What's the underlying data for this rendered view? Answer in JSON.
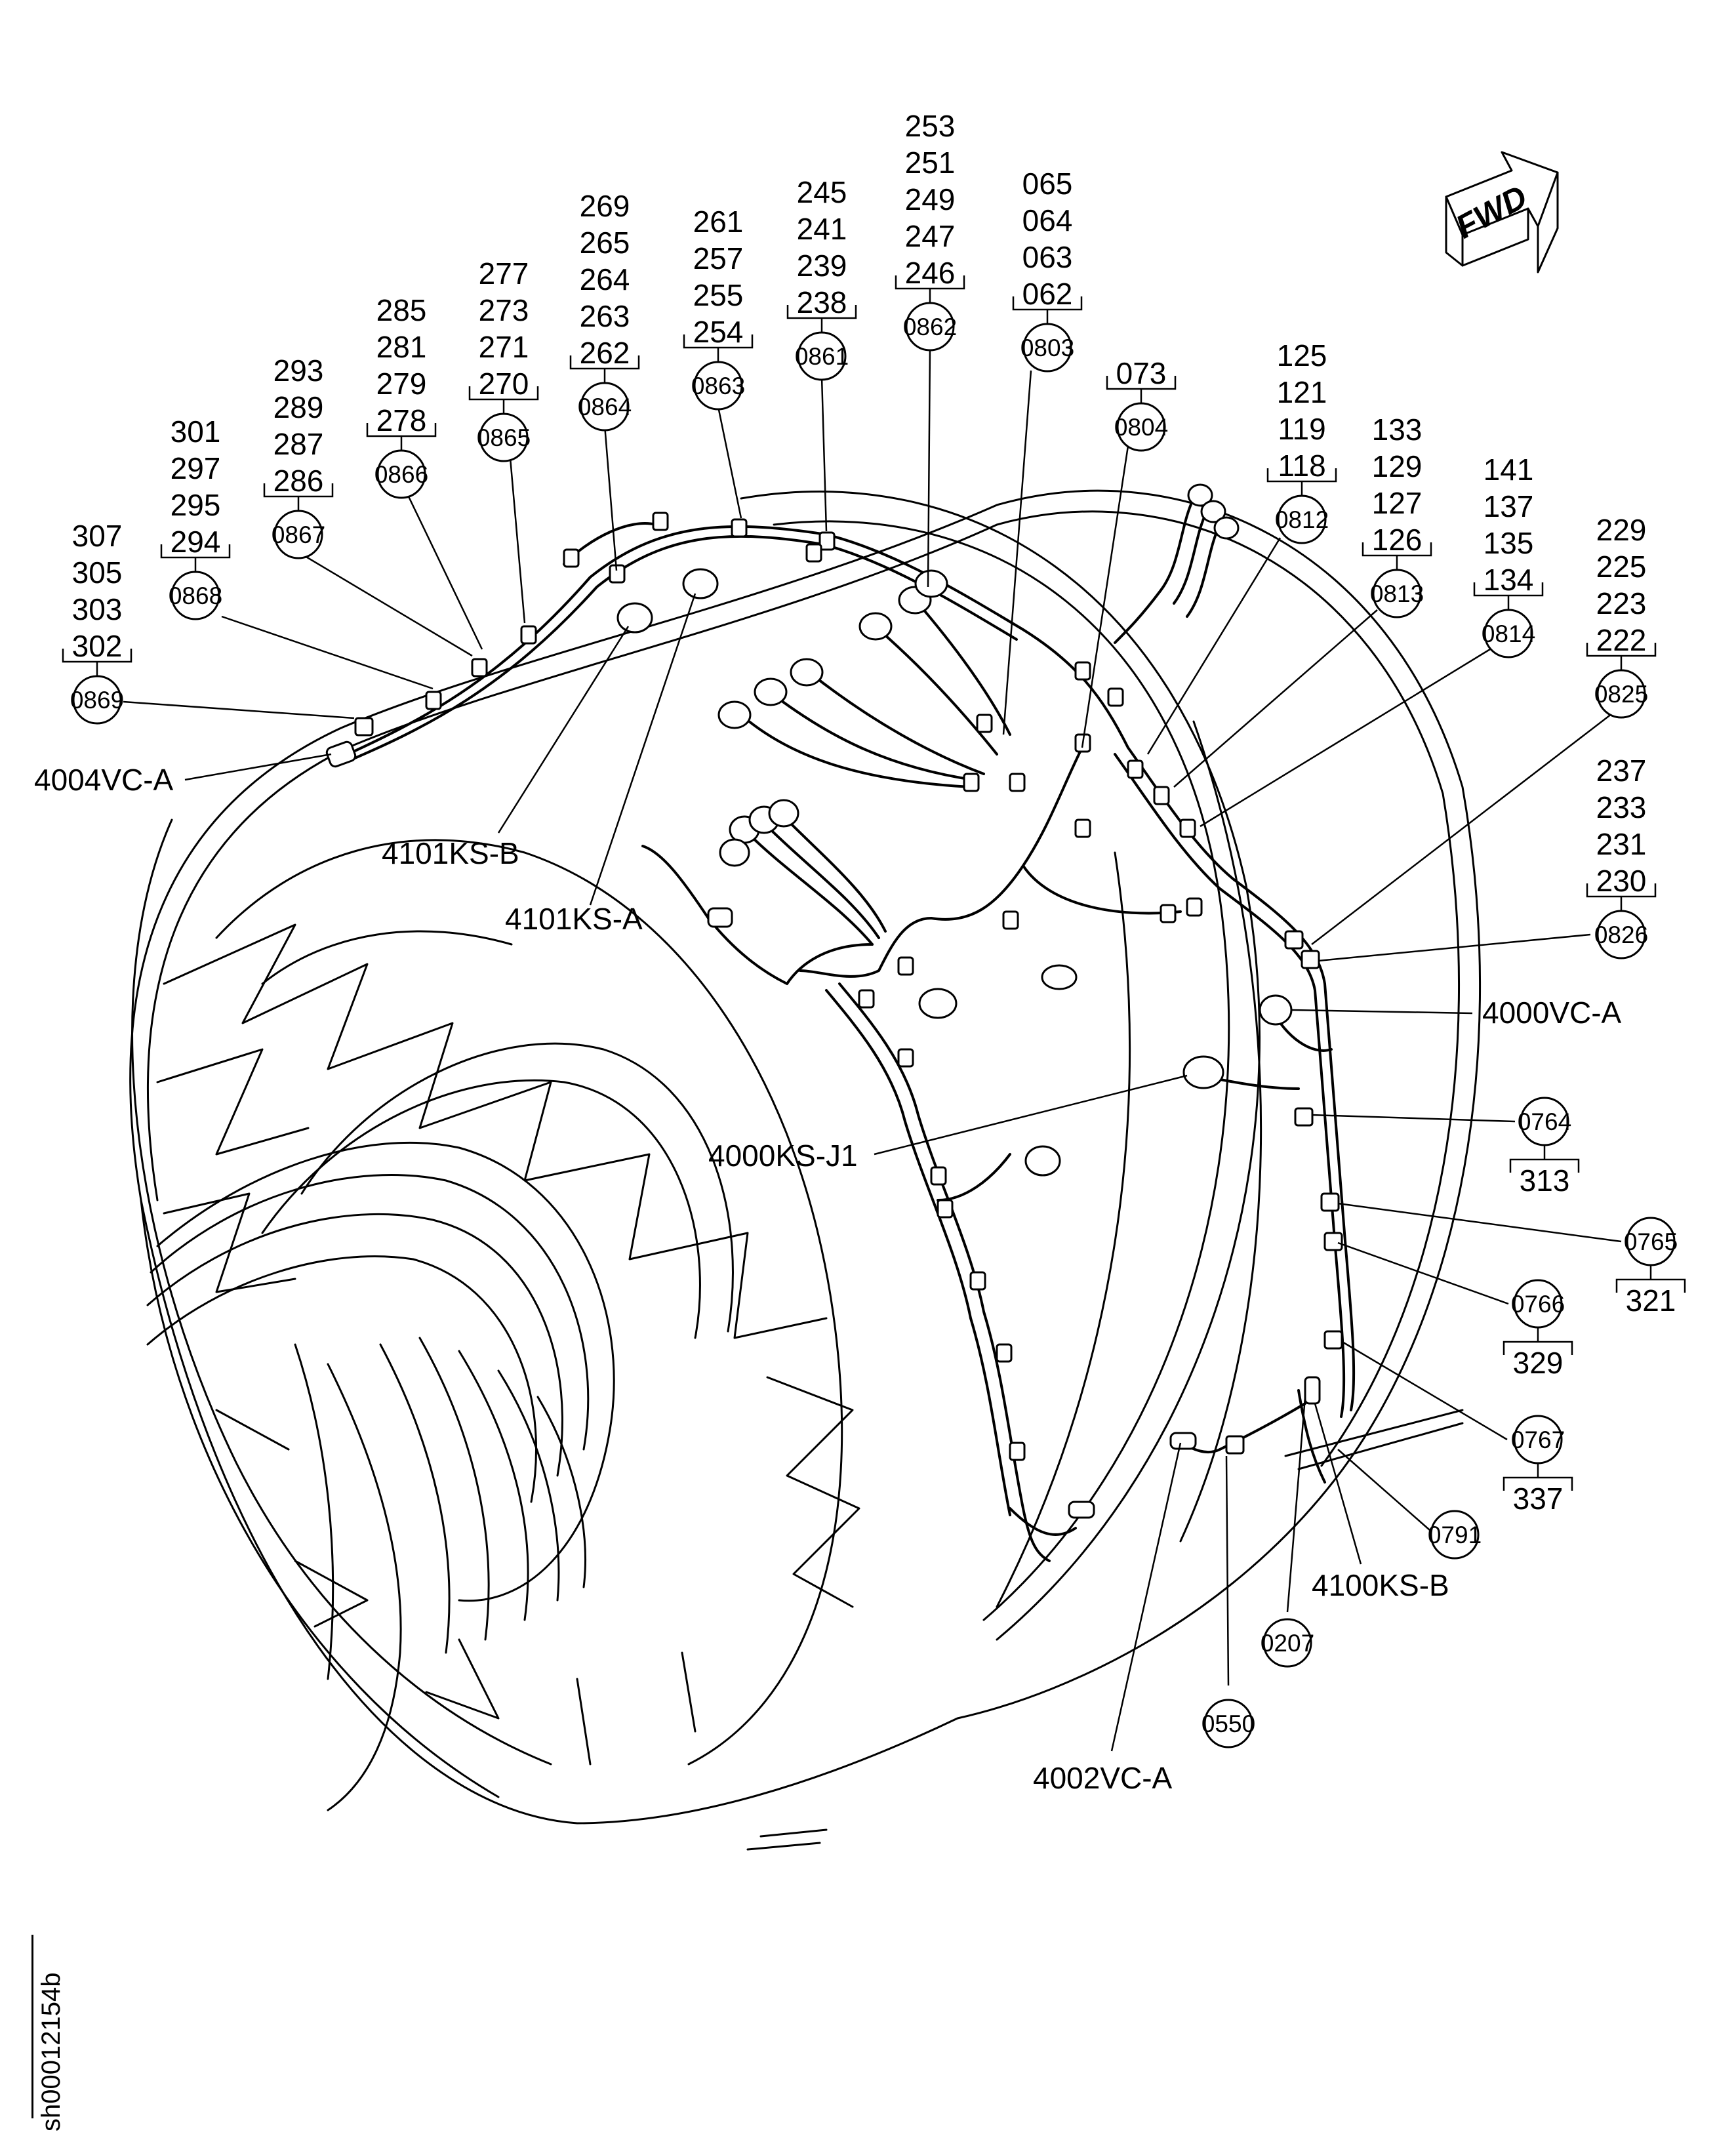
{
  "fwd_label": "FWD",
  "sheet_id": "sh00012154b",
  "callouts": [
    {
      "id": "0869",
      "parts": [
        "307",
        "305",
        "303",
        "302"
      ]
    },
    {
      "id": "0868",
      "parts": [
        "301",
        "297",
        "295",
        "294"
      ]
    },
    {
      "id": "0867",
      "parts": [
        "293",
        "289",
        "287",
        "286"
      ]
    },
    {
      "id": "0866",
      "parts": [
        "285",
        "281",
        "279",
        "278"
      ]
    },
    {
      "id": "0865",
      "parts": [
        "277",
        "273",
        "271",
        "270"
      ]
    },
    {
      "id": "0864",
      "parts": [
        "269",
        "265",
        "264",
        "263",
        "262"
      ]
    },
    {
      "id": "0863",
      "parts": [
        "261",
        "257",
        "255",
        "254"
      ]
    },
    {
      "id": "0861",
      "parts": [
        "245",
        "241",
        "239",
        "238"
      ]
    },
    {
      "id": "0862",
      "parts": [
        "253",
        "251",
        "249",
        "247",
        "246"
      ]
    },
    {
      "id": "0803",
      "parts": [
        "065",
        "064",
        "063",
        "062"
      ]
    },
    {
      "id": "0804",
      "parts": [
        "073"
      ]
    },
    {
      "id": "0812",
      "parts": [
        "125",
        "121",
        "119",
        "118"
      ]
    },
    {
      "id": "0813",
      "parts": [
        "133",
        "129",
        "127",
        "126"
      ]
    },
    {
      "id": "0814",
      "parts": [
        "141",
        "137",
        "135",
        "134"
      ]
    },
    {
      "id": "0825",
      "parts": [
        "229",
        "225",
        "223",
        "222"
      ]
    },
    {
      "id": "0826",
      "parts": [
        "237",
        "233",
        "231",
        "230"
      ]
    },
    {
      "id": "0764",
      "parts": [
        "313"
      ]
    },
    {
      "id": "0765",
      "parts": [
        "321"
      ]
    },
    {
      "id": "0766",
      "parts": [
        "329"
      ]
    },
    {
      "id": "0767",
      "parts": [
        "337"
      ]
    },
    {
      "id": "0791",
      "parts": []
    },
    {
      "id": "0207",
      "parts": []
    },
    {
      "id": "0550",
      "parts": []
    }
  ],
  "connector_labels": [
    "4004VC-A",
    "4101KS-B",
    "4101KS-A",
    "4000VC-A",
    "4000KS-J1",
    "4100KS-B",
    "4002VC-A"
  ]
}
